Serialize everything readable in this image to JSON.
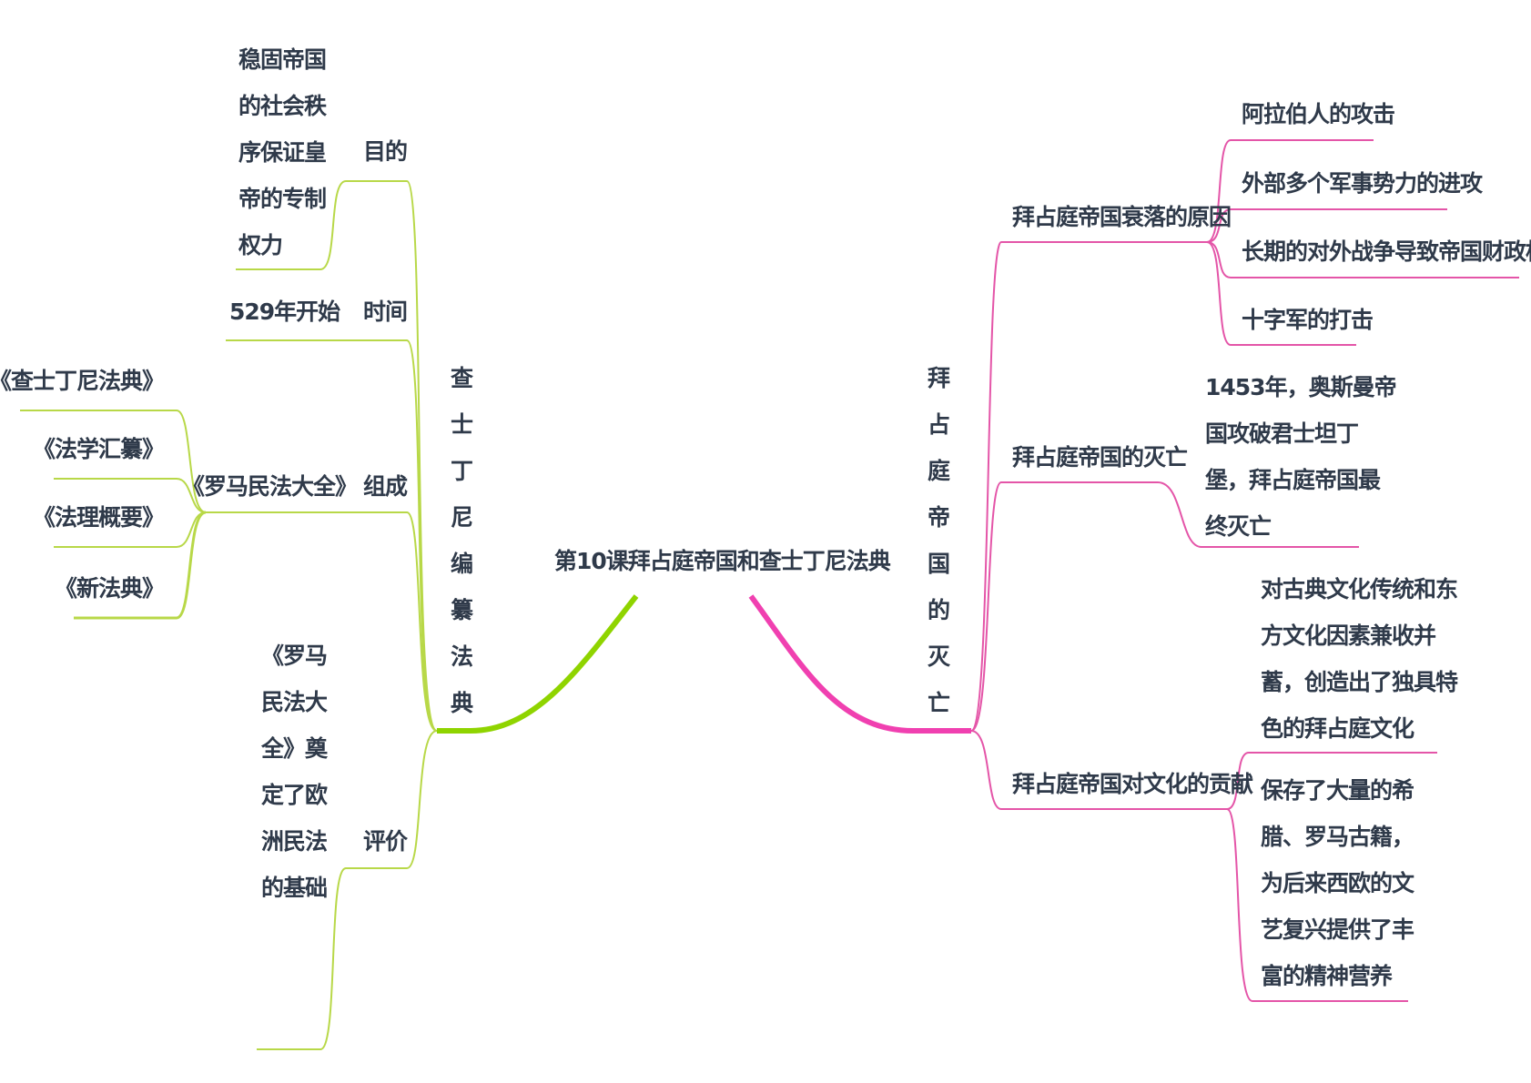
{
  "root": {
    "title": "第10课拜占庭帝国和查士丁尼法典"
  },
  "left": {
    "label": "查士丁尼编纂法典",
    "color": "#b8d848",
    "trunk_color": "#8fd400",
    "purpose": {
      "label": "目的",
      "lines": [
        "稳固帝国",
        "的社会秩",
        "序保证皇",
        "帝的专制",
        "权力"
      ]
    },
    "time": {
      "label": "时间",
      "value": "529年开始"
    },
    "composition": {
      "label": "组成",
      "value": "《罗马民法大全》",
      "children": [
        "《查士丁尼法典》",
        "《法学汇纂》",
        "《法理概要》",
        "《新法典》"
      ]
    },
    "evaluation": {
      "label": "评价",
      "lines": [
        "《罗马",
        "民法大",
        "全》奠",
        "定了欧",
        "洲民法",
        "的基础"
      ]
    }
  },
  "right": {
    "label": "拜占庭帝国的灭亡",
    "color": "#e455a8",
    "trunk_color": "#f040b0",
    "decline": {
      "label": "拜占庭帝国衰落的原因",
      "children": [
        "阿拉伯人的攻击",
        "外部多个军事势力的进攻",
        "长期的对外战争导致帝国财政枯竭",
        "十字军的打击"
      ]
    },
    "fall": {
      "label": "拜占庭帝国的灭亡",
      "lines": [
        "1453年，奥斯曼帝",
        "国攻破君士坦丁",
        "堡，拜占庭帝国最",
        "终灭亡"
      ]
    },
    "culture": {
      "label": "拜占庭帝国对文化的贡献",
      "child1": [
        "对古典文化传统和东",
        "方文化因素兼收并",
        "蓄，创造出了独具特",
        "色的拜占庭文化"
      ],
      "child2": [
        "保存了大量的希",
        "腊、罗马古籍，",
        "为后来西欧的文",
        "艺复兴提供了丰",
        "富的精神营养"
      ]
    }
  }
}
